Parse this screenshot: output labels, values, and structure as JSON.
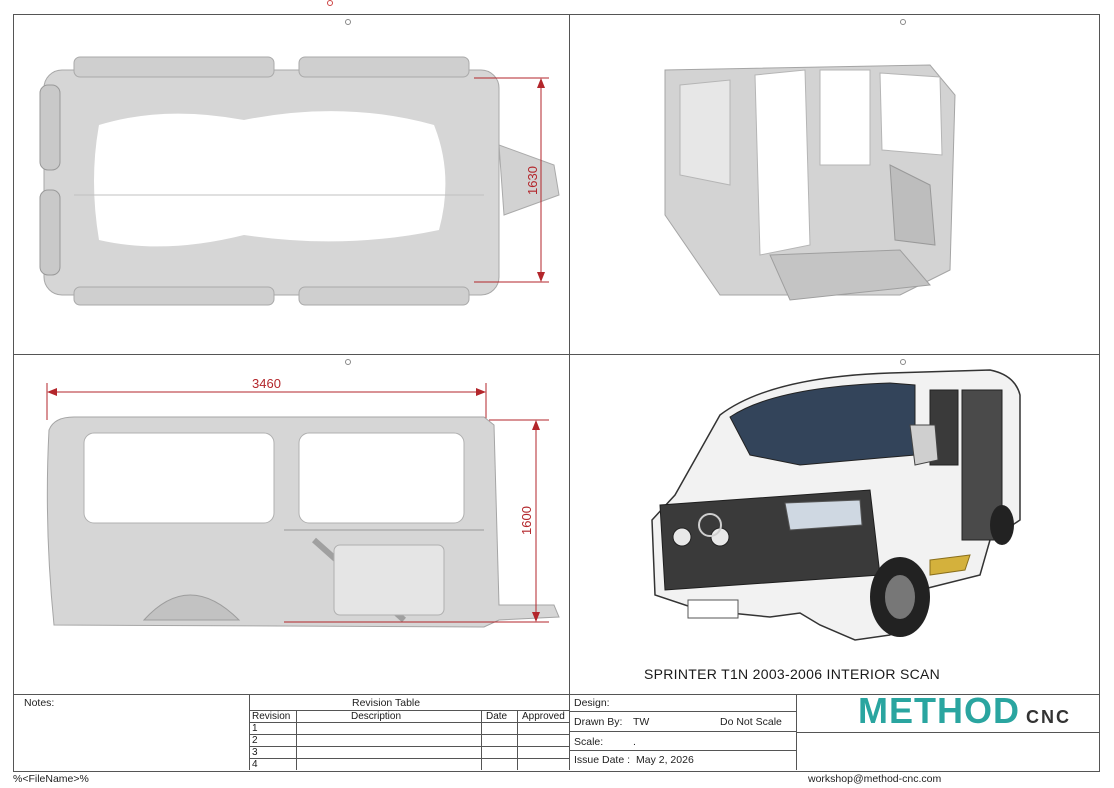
{
  "drawing": {
    "title": "SPRINTER T1N 2003-2006 INTERIOR SCAN",
    "dimensions": {
      "top_width": "1630",
      "side_length": "3460",
      "side_height": "1600"
    }
  },
  "titleblock": {
    "notes_label": "Notes:",
    "revision_table_label": "Revision Table",
    "rev_headers": [
      "Revision",
      "Description",
      "Date",
      "Approved"
    ],
    "rev_rows": [
      "1",
      "2",
      "3",
      "4"
    ],
    "design_label": "Design:",
    "drawn_by_label": "Drawn By:",
    "drawn_by_value": "TW",
    "do_not_scale": "Do Not Scale",
    "scale_label": "Scale:",
    "scale_value": ".",
    "issue_date_label": "Issue Date :",
    "issue_date_value": "May 2, 2026",
    "brand_main": "METHOD",
    "brand_sub": "CNC"
  },
  "footer": {
    "filename": "%<FileName>%",
    "email": "workshop@method-cnc.com"
  },
  "colors": {
    "dimension": "#b3262b",
    "brand_teal": "#2aa5a0",
    "scan_grey": "#d9d9d9"
  }
}
